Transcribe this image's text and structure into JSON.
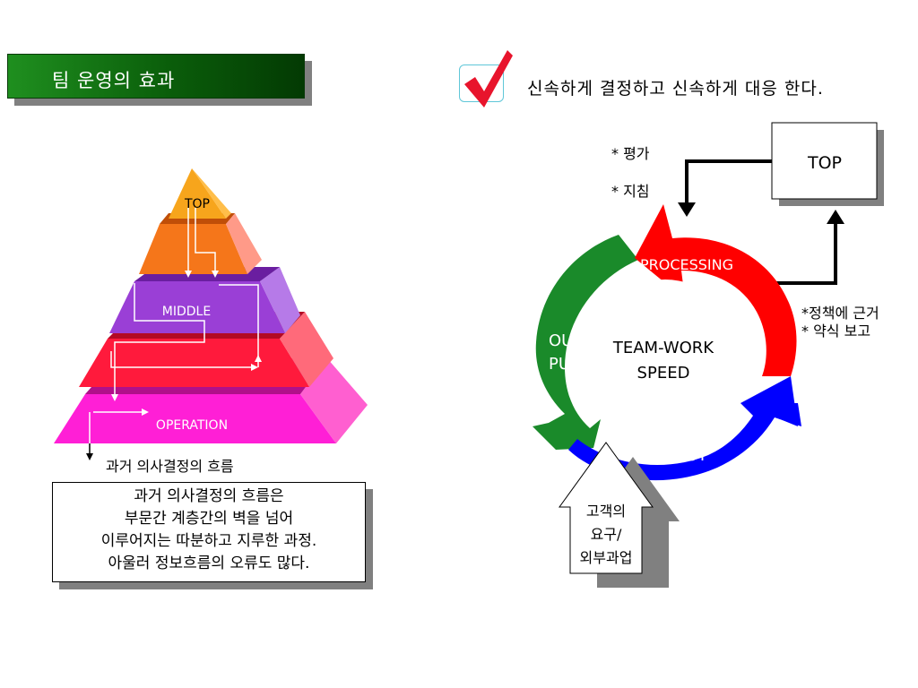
{
  "header": {
    "title": "팀 운영의 효과"
  },
  "headline": {
    "text": "신속하게 결정하고 신속하게 대응 한다."
  },
  "pyramid": {
    "levels": {
      "top": "TOP",
      "middle": "MIDDLE",
      "operation": "OPERATION"
    },
    "caption": "과거 의사결정의 흐름",
    "box_lines": [
      "과거 의사결정의 흐름은",
      "부문간 계층간의 벽을 넘어",
      "이루어지는 따분하고 지루한 과정.",
      "아울러 정보흐름의 오류도 많다."
    ]
  },
  "cycle": {
    "top_box": "TOP",
    "notes_left": [
      "* 평가",
      "* 지침"
    ],
    "notes_right": [
      "*정책에 근거",
      "* 약식 보고"
    ],
    "processing": "PROCESSING",
    "output": [
      "OUT-",
      "PUT"
    ],
    "input": "IN -PUT",
    "center": [
      "TEAM-WORK",
      "SPEED"
    ],
    "customer": [
      "고객의",
      "요구/",
      "외부과업"
    ]
  },
  "colors": {
    "title_green": "#0a5d0a",
    "processing_red": "#ff0000",
    "output_green": "#1a8a2a",
    "input_blue": "#0000ff",
    "pyramid_top": "#f7a51c",
    "pyramid_tier2": "#f5761a",
    "pyramid_middle": "#9a3fd6",
    "pyramid_tier4": "#ff1a3c",
    "pyramid_operation": "#ff1fd6",
    "check_red": "#e8142c"
  }
}
